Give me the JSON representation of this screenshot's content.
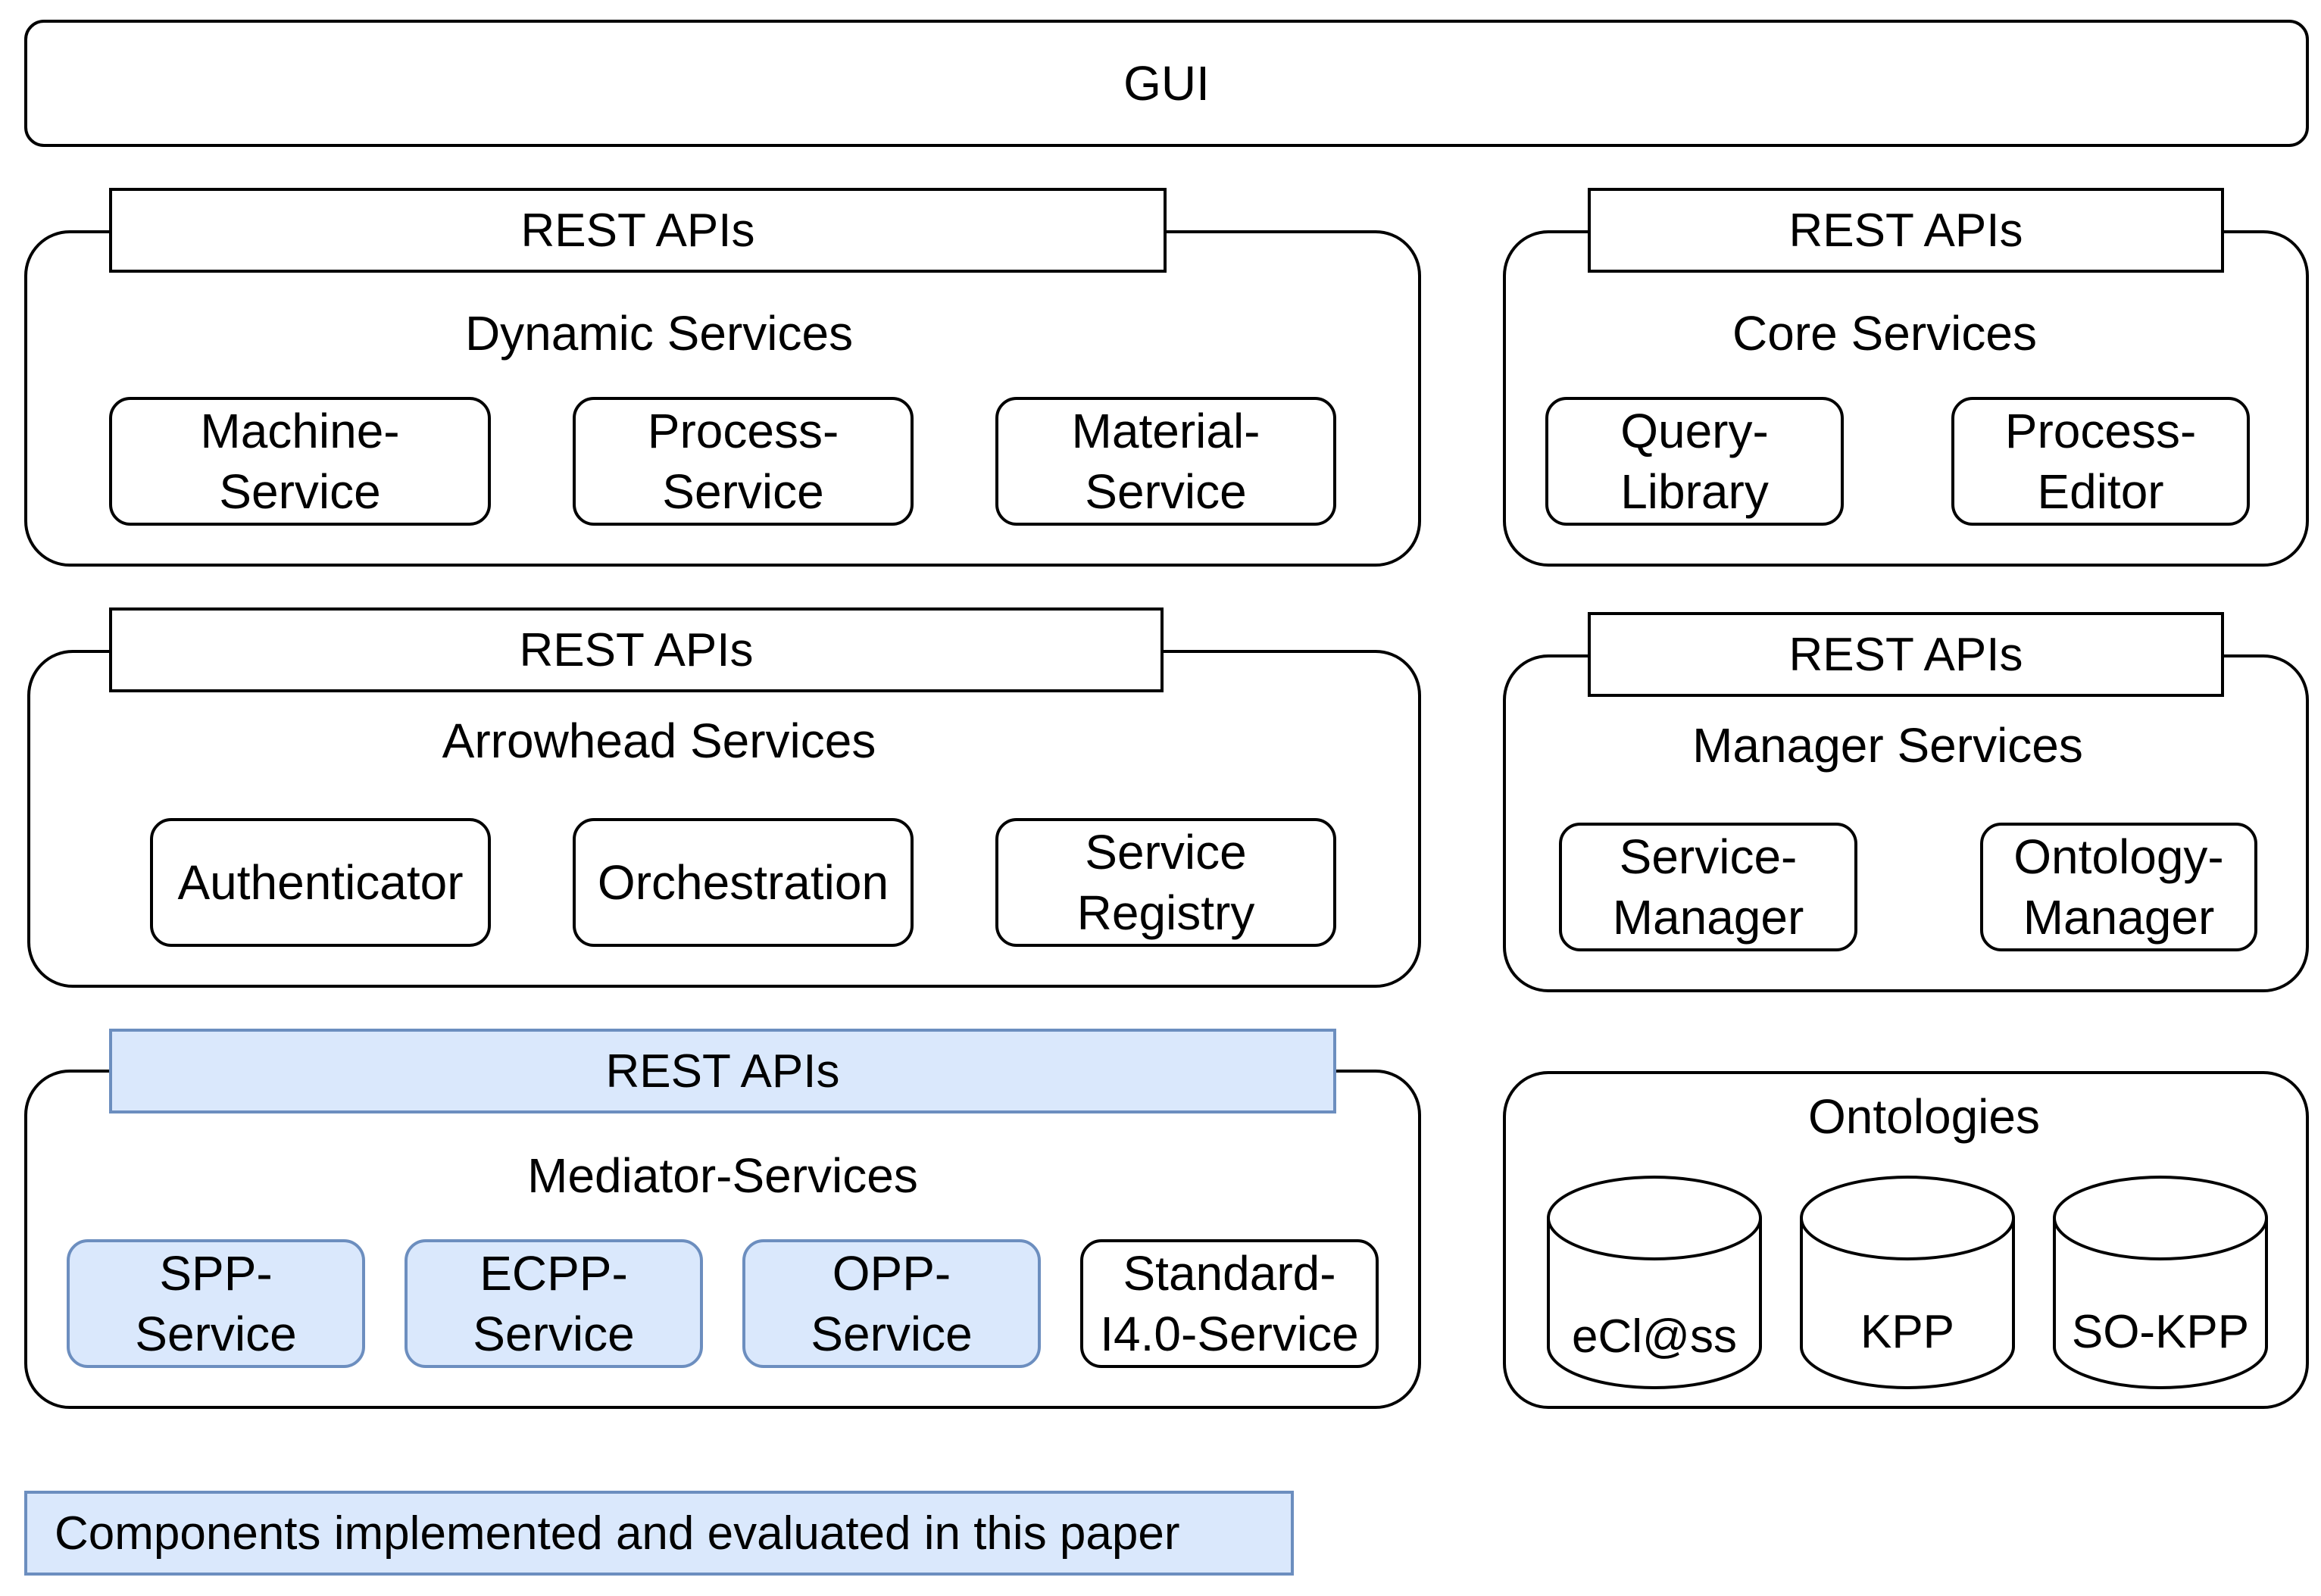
{
  "gui": {
    "label": "GUI"
  },
  "dynamic": {
    "api": "REST APIs",
    "title": "Dynamic Services",
    "services": [
      {
        "line1": "Machine-",
        "line2": "Service"
      },
      {
        "line1": "Process-",
        "line2": "Service"
      },
      {
        "line1": "Material-",
        "line2": "Service"
      }
    ]
  },
  "core": {
    "api": "REST APIs",
    "title": "Core Services",
    "services": [
      {
        "line1": "Query-",
        "line2": "Library"
      },
      {
        "line1": "Process-",
        "line2": "Editor"
      }
    ]
  },
  "arrowhead": {
    "api": "REST APIs",
    "title": "Arrowhead Services",
    "services": [
      {
        "line1": "Authenticator",
        "line2": ""
      },
      {
        "line1": "Orchestration",
        "line2": ""
      },
      {
        "line1": "Service",
        "line2": "Registry"
      }
    ]
  },
  "manager": {
    "api": "REST APIs",
    "title": "Manager Services",
    "services": [
      {
        "line1": "Service-",
        "line2": "Manager"
      },
      {
        "line1": "Ontology-",
        "line2": "Manager"
      }
    ]
  },
  "mediator": {
    "api": "REST APIs",
    "title": "Mediator-Services",
    "services": [
      {
        "line1": "SPP-",
        "line2": "Service"
      },
      {
        "line1": "ECPP-",
        "line2": "Service"
      },
      {
        "line1": "OPP-",
        "line2": "Service"
      },
      {
        "line1": "Standard-",
        "line2": "I4.0-Service"
      }
    ]
  },
  "ontologies": {
    "title": "Ontologies",
    "items": [
      "eCl@ss",
      "KPP",
      "SO-KPP"
    ]
  },
  "legend": {
    "label": "Components implemented and evaluated in this paper"
  },
  "colors": {
    "highlight_fill": "#dae8fc",
    "highlight_border": "#6c8ebf",
    "stroke": "#000000"
  }
}
